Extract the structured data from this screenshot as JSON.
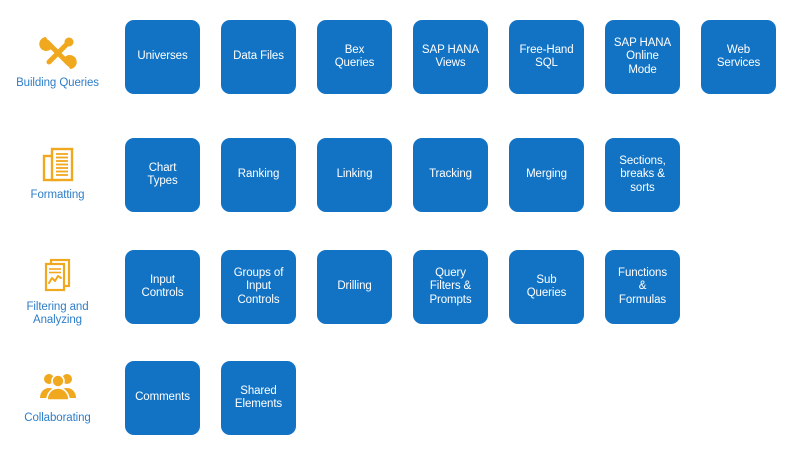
{
  "theme": {
    "tile_color": "#1273C4",
    "tile_text_color": "#FFFFFF",
    "label_color": "#2E7EC8",
    "icon_color": "#F0A81E",
    "background": "#FFFFFF"
  },
  "rows": [
    {
      "category_label": "Building Queries",
      "icon": "crossed-tools-icon",
      "tiles": [
        {
          "label": "Universes"
        },
        {
          "label": "Data Files"
        },
        {
          "label": "Bex\nQueries"
        },
        {
          "label": "SAP HANA\nViews"
        },
        {
          "label": "Free-Hand\nSQL"
        },
        {
          "label": "SAP HANA\nOnline\nMode"
        },
        {
          "label": "Web\nServices"
        }
      ]
    },
    {
      "category_label": "Formatting",
      "icon": "documents-icon",
      "tiles": [
        {
          "label": "Chart\nTypes"
        },
        {
          "label": "Ranking"
        },
        {
          "label": "Linking"
        },
        {
          "label": "Tracking"
        },
        {
          "label": "Merging"
        },
        {
          "label": "Sections,\nbreaks &\nsorts"
        }
      ]
    },
    {
      "category_label": "Filtering and\nAnalyzing",
      "icon": "document-chart-icon",
      "tiles": [
        {
          "label": "Input\nControls"
        },
        {
          "label": "Groups of\nInput\nControls"
        },
        {
          "label": "Drilling"
        },
        {
          "label": "Query\nFilters &\nPrompts"
        },
        {
          "label": "Sub\nQueries"
        },
        {
          "label": "Functions\n&\nFormulas"
        }
      ]
    },
    {
      "category_label": "Collaborating",
      "icon": "people-group-icon",
      "tiles": [
        {
          "label": "Comments"
        },
        {
          "label": "Shared\nElements"
        }
      ]
    }
  ]
}
